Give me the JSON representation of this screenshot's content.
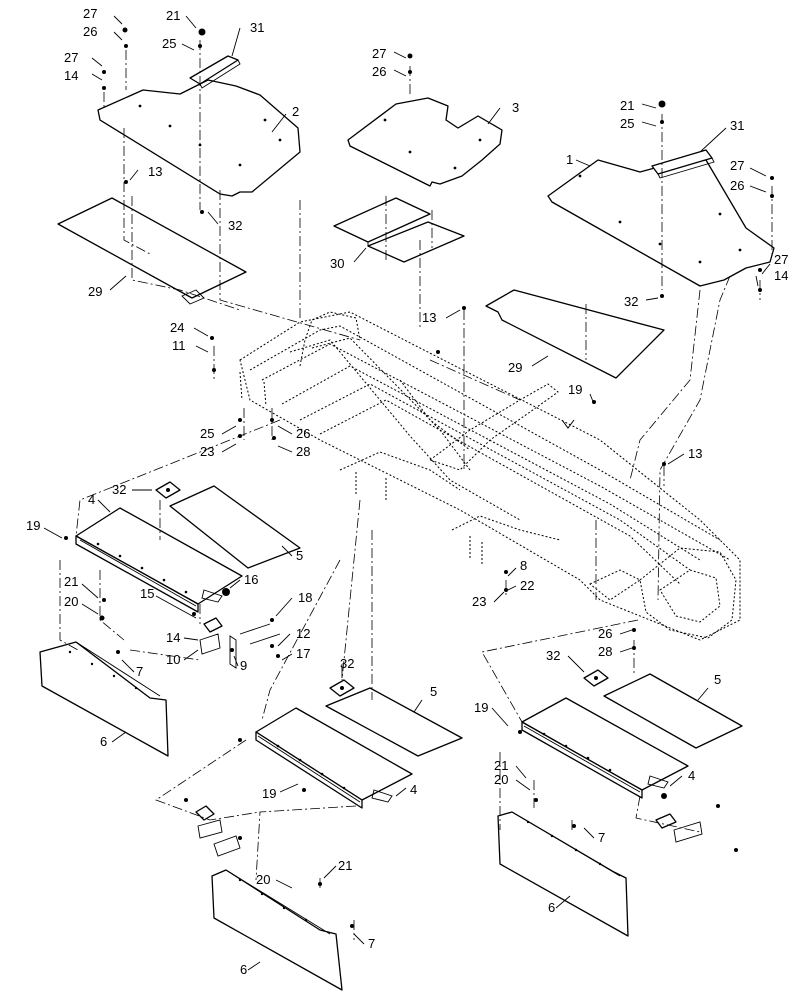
{
  "callouts": [
    {
      "id": "c27a",
      "text": "27"
    },
    {
      "id": "c26a",
      "text": "26"
    },
    {
      "id": "c21a",
      "text": "21"
    },
    {
      "id": "c25a",
      "text": "25"
    },
    {
      "id": "c31a",
      "text": "31"
    },
    {
      "id": "c27b",
      "text": "27"
    },
    {
      "id": "c14a",
      "text": "14"
    },
    {
      "id": "c2",
      "text": "2"
    },
    {
      "id": "c13a",
      "text": "13"
    },
    {
      "id": "c32a",
      "text": "32"
    },
    {
      "id": "c29a",
      "text": "29"
    },
    {
      "id": "c27c",
      "text": "27"
    },
    {
      "id": "c26b",
      "text": "26"
    },
    {
      "id": "c3",
      "text": "3"
    },
    {
      "id": "c30",
      "text": "30"
    },
    {
      "id": "c21b",
      "text": "21"
    },
    {
      "id": "c25b",
      "text": "25"
    },
    {
      "id": "c31b",
      "text": "31"
    },
    {
      "id": "c1",
      "text": "1"
    },
    {
      "id": "c27d",
      "text": "27"
    },
    {
      "id": "c26c",
      "text": "26"
    },
    {
      "id": "c27e",
      "text": "27"
    },
    {
      "id": "c14b",
      "text": "14"
    },
    {
      "id": "c32b",
      "text": "32"
    },
    {
      "id": "c13b",
      "text": "13"
    },
    {
      "id": "c29b",
      "text": "29"
    },
    {
      "id": "c24",
      "text": "24"
    },
    {
      "id": "c11",
      "text": "11"
    },
    {
      "id": "c19a",
      "text": "19"
    },
    {
      "id": "c25c",
      "text": "25"
    },
    {
      "id": "c23a",
      "text": "23"
    },
    {
      "id": "c26d",
      "text": "26"
    },
    {
      "id": "c28a",
      "text": "28"
    },
    {
      "id": "c13c",
      "text": "13"
    },
    {
      "id": "c32c",
      "text": "32"
    },
    {
      "id": "c4a",
      "text": "4"
    },
    {
      "id": "c5a",
      "text": "5"
    },
    {
      "id": "c19b",
      "text": "19"
    },
    {
      "id": "c16",
      "text": "16"
    },
    {
      "id": "c21c",
      "text": "21"
    },
    {
      "id": "c20a",
      "text": "20"
    },
    {
      "id": "c15",
      "text": "15"
    },
    {
      "id": "c18",
      "text": "18"
    },
    {
      "id": "c14c",
      "text": "14"
    },
    {
      "id": "c12",
      "text": "12"
    },
    {
      "id": "c10",
      "text": "10"
    },
    {
      "id": "c9",
      "text": "9"
    },
    {
      "id": "c17",
      "text": "17"
    },
    {
      "id": "c7a",
      "text": "7"
    },
    {
      "id": "c8",
      "text": "8"
    },
    {
      "id": "c22",
      "text": "22"
    },
    {
      "id": "c23b",
      "text": "23"
    },
    {
      "id": "c26e",
      "text": "26"
    },
    {
      "id": "c28b",
      "text": "28"
    },
    {
      "id": "c6a",
      "text": "6"
    },
    {
      "id": "c32d",
      "text": "32"
    },
    {
      "id": "c5b",
      "text": "5"
    },
    {
      "id": "c32e",
      "text": "32"
    },
    {
      "id": "c5c",
      "text": "5"
    },
    {
      "id": "c19c",
      "text": "19"
    },
    {
      "id": "c19d",
      "text": "19"
    },
    {
      "id": "c4b",
      "text": "4"
    },
    {
      "id": "c21d",
      "text": "21"
    },
    {
      "id": "c20b",
      "text": "20"
    },
    {
      "id": "c4c",
      "text": "4"
    },
    {
      "id": "c7b",
      "text": "7"
    },
    {
      "id": "c20c",
      "text": "20"
    },
    {
      "id": "c21e",
      "text": "21"
    },
    {
      "id": "c7c",
      "text": "7"
    },
    {
      "id": "c6b",
      "text": "6"
    },
    {
      "id": "c6c",
      "text": "6"
    }
  ]
}
